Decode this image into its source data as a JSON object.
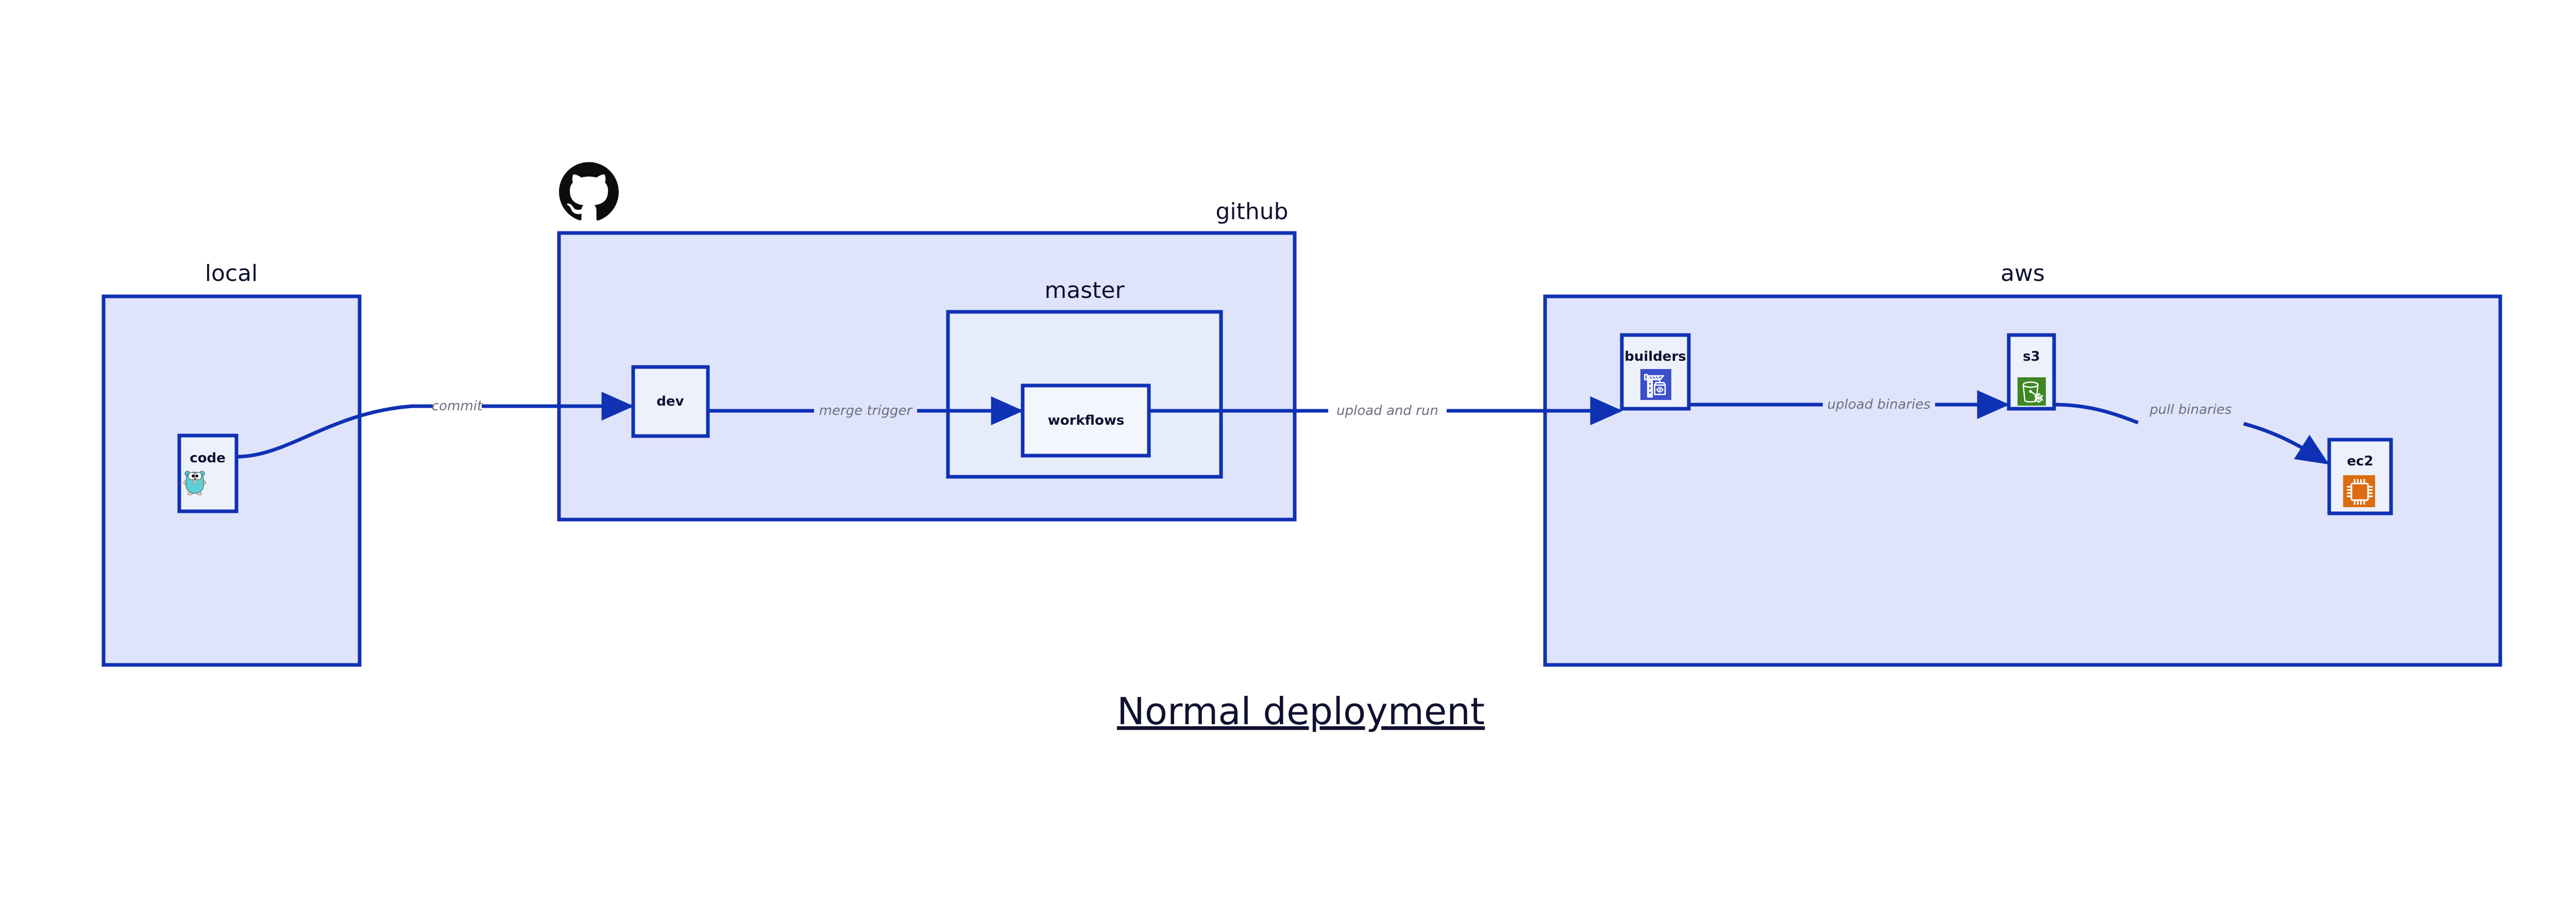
{
  "diagram": {
    "title": "Normal deployment",
    "background": "#ffffff",
    "accent_color": "#0f32b5",
    "container_fill": "#dfe4fa",
    "subcontainer_fill": "#e7ecfb",
    "node_fill": "#edf1fc",
    "label_color": "#101030",
    "edge_label_color": "#6b6f80",
    "containers": [
      {
        "id": "local",
        "label": "local"
      },
      {
        "id": "github",
        "label": "github"
      },
      {
        "id": "master",
        "label": "master"
      },
      {
        "id": "aws",
        "label": "aws"
      }
    ],
    "nodes": [
      {
        "id": "code",
        "label": "code",
        "icon": "go-gopher-icon",
        "icon_color": "#5ecfd8"
      },
      {
        "id": "dev",
        "label": "dev",
        "icon": null,
        "icon_color": null
      },
      {
        "id": "workflows",
        "label": "workflows",
        "icon": null,
        "icon_color": null
      },
      {
        "id": "builders",
        "label": "builders",
        "icon": "crane-code-icon",
        "icon_color": "#3b4fcd"
      },
      {
        "id": "s3",
        "label": "s3",
        "icon": "s3-bucket-glacier-icon",
        "icon_color": "#3f8624"
      },
      {
        "id": "ec2",
        "label": "ec2",
        "icon": "cpu-chip-icon",
        "icon_color": "#dd6b10"
      }
    ],
    "edges": [
      {
        "id": "commit",
        "from": "code",
        "to": "dev",
        "label": "commit"
      },
      {
        "id": "merge-trigger",
        "from": "dev",
        "to": "workflows",
        "label": "merge trigger"
      },
      {
        "id": "upload-and-run",
        "from": "workflows",
        "to": "builders",
        "label": "upload and run"
      },
      {
        "id": "upload-binaries",
        "from": "builders",
        "to": "s3",
        "label": "upload binaries"
      },
      {
        "id": "pull-binaries",
        "from": "s3",
        "to": "ec2",
        "label": "pull binaries"
      }
    ],
    "brand_icons": [
      {
        "id": "github-logo",
        "name": "github-octocat-icon",
        "color": "#0d0d0d"
      }
    ]
  }
}
